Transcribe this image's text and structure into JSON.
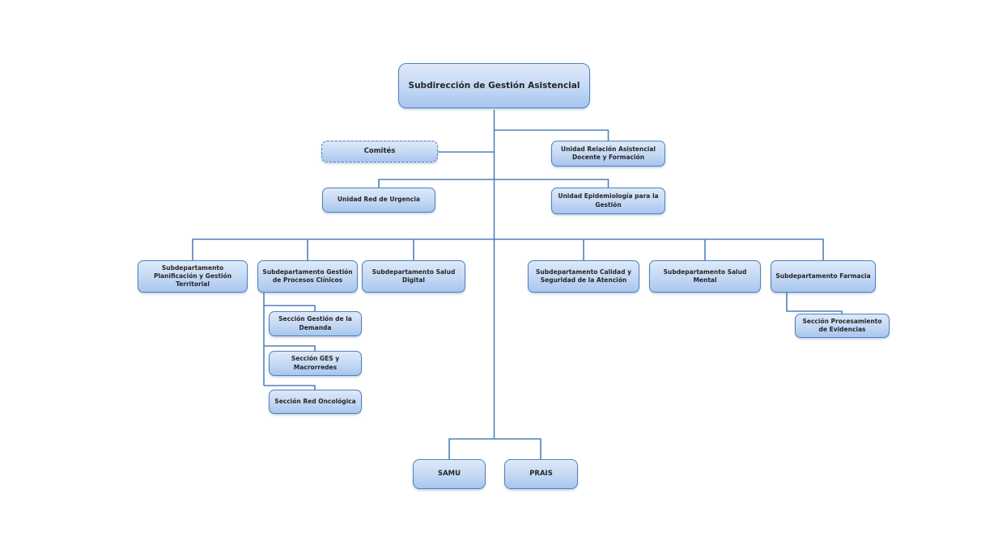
{
  "colors": {
    "line": "#4f81bd",
    "box-border": "#4f81bd",
    "fill-top": "#dde9f8",
    "fill-mid": "#c6daf4",
    "fill-bottom": "#a8c6ef",
    "text": "#262626",
    "bg": "#ffffff"
  },
  "nodes": {
    "subdireccion": {
      "label": "Subdirección de Gestión Asistencial"
    },
    "comites": {
      "label": "Comités"
    },
    "unidad_relacion": {
      "label": "Unidad Relación Asistencial Docente y Formación"
    },
    "unidad_urgencia": {
      "label": "Unidad Red de Urgencia"
    },
    "unidad_epidemiologia": {
      "label": "Unidad Epidemiología para la Gestión"
    },
    "sub_planificacion": {
      "label": "Subdepartamento Planificación y Gestión Territorial"
    },
    "sub_procesos": {
      "label": "Subdepartamento Gestión de Procesos Clínicos"
    },
    "sub_salud_digital": {
      "label": "Subdepartamento Salud Digital"
    },
    "sub_calidad": {
      "label": "Subdepartamento Calidad y Seguridad de la Atención"
    },
    "sub_salud_mental": {
      "label": "Subdepartamento Salud Mental"
    },
    "sub_farmacia": {
      "label": "Subdepartamento Farmacia"
    },
    "sec_demanda": {
      "label": "Sección Gestión de la Demanda"
    },
    "sec_ges": {
      "label": "Sección GES y Macrorredes"
    },
    "sec_oncologica": {
      "label": "Sección Red Oncológica"
    },
    "sec_evidencias": {
      "label": "Sección Procesamiento de Evidencias"
    },
    "samu": {
      "label": "SAMU"
    },
    "prais": {
      "label": "PRAIS"
    }
  }
}
